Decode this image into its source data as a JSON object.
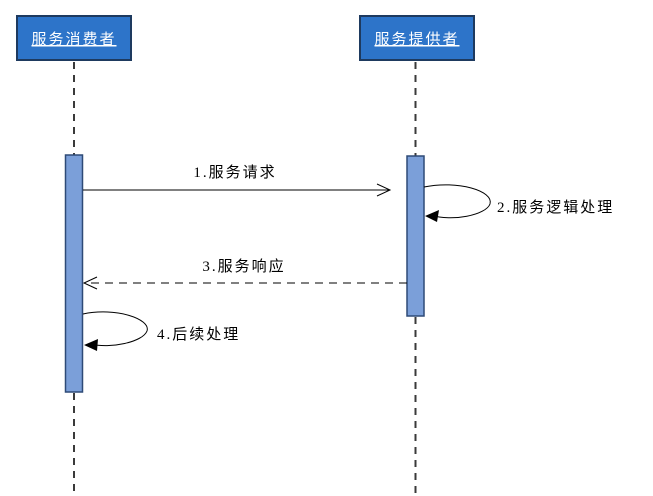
{
  "diagram": {
    "type": "sequence-diagram",
    "actors": [
      {
        "label": "服务消费者"
      },
      {
        "label": "服务提供者"
      }
    ],
    "messages": [
      {
        "label": "1.服务请求",
        "from": "服务消费者",
        "to": "服务提供者",
        "line": "solid"
      },
      {
        "label": "2.服务逻辑处理",
        "kind": "self-loop",
        "actor": "服务提供者"
      },
      {
        "label": "3.服务响应",
        "from": "服务提供者",
        "to": "服务消费者",
        "line": "dashed"
      },
      {
        "label": "4.后续处理",
        "kind": "self-loop",
        "actor": "服务消费者"
      }
    ],
    "colors": {
      "actor_fill": "#2d74c9",
      "actor_border": "#1e3a5f",
      "actor_text": "#ffffff",
      "activation_fill": "#7b9fd9",
      "activation_border": "#2e4a77",
      "lifeline": "#3a3a3a",
      "message_line": "#000000",
      "background": "#ffffff"
    }
  }
}
